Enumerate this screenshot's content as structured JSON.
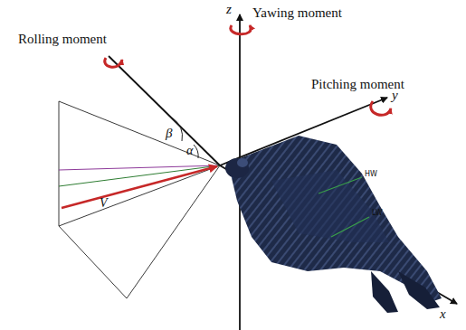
{
  "diagram": {
    "labels": [
      "z",
      "Yawing moment",
      "Rolling moment",
      "Pitching moment",
      "y",
      "β",
      "α",
      "V",
      "HW",
      "LW",
      "x"
    ]
  }
}
